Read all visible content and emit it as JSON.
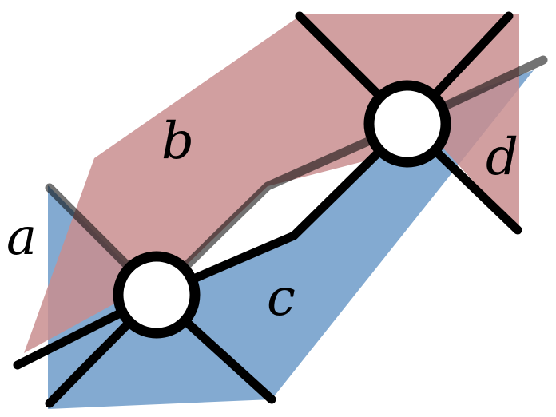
{
  "diagram": {
    "labels": {
      "a": "a",
      "b": "b",
      "c": "c",
      "d": "d"
    },
    "colors": {
      "red_region": "#c98e8f",
      "blue_region": "#6d9bc9",
      "line": "#000000",
      "node_fill": "#ffffff"
    }
  }
}
